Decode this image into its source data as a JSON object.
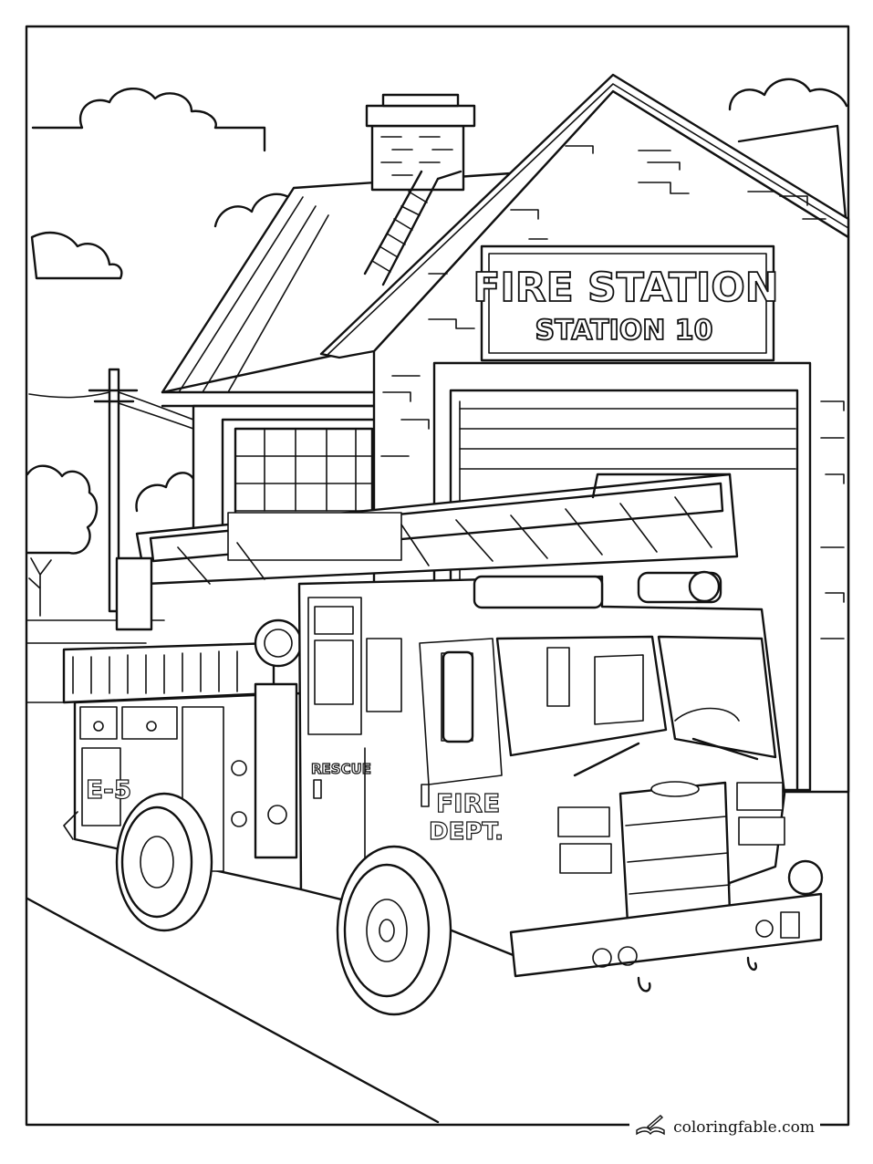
{
  "station": {
    "sign_title": "FIRE STATION",
    "sign_subtitle": "STATION 10"
  },
  "truck": {
    "unit_number": "E-5",
    "rescue_label": "RESCUE",
    "door_line1": "FIRE",
    "door_line2": "DEPT."
  },
  "watermark": {
    "site": "coloringfable.com",
    "logo_icon": "open-book-pencil-icon"
  },
  "colors": {
    "line": "#111111",
    "paper": "#ffffff"
  }
}
